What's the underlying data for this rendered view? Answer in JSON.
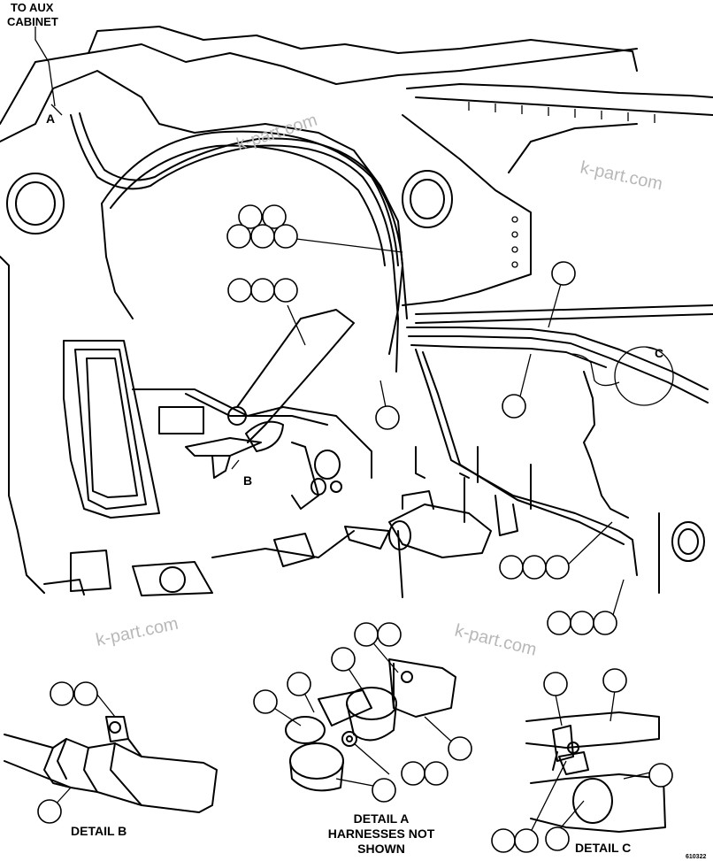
{
  "labels": {
    "to_aux_cabinet_line1": "TO AUX",
    "to_aux_cabinet_line2": "CABINET",
    "detail_a_ref": "A",
    "detail_b_ref": "B",
    "detail_c_ref": "C",
    "detail_a_title": "DETAIL A",
    "detail_a_note_line1": "HARNESSES NOT",
    "detail_a_note_line2": "SHOWN",
    "detail_b_title": "DETAIL B",
    "detail_c_title": "DETAIL C",
    "figure_number": "610322"
  },
  "watermarks": [
    "k-part.com",
    "k-part.com",
    "k-part.com",
    "k-part.com"
  ],
  "colors": {
    "line": "#000000",
    "background": "#ffffff",
    "watermark": "#b8b8b8"
  }
}
